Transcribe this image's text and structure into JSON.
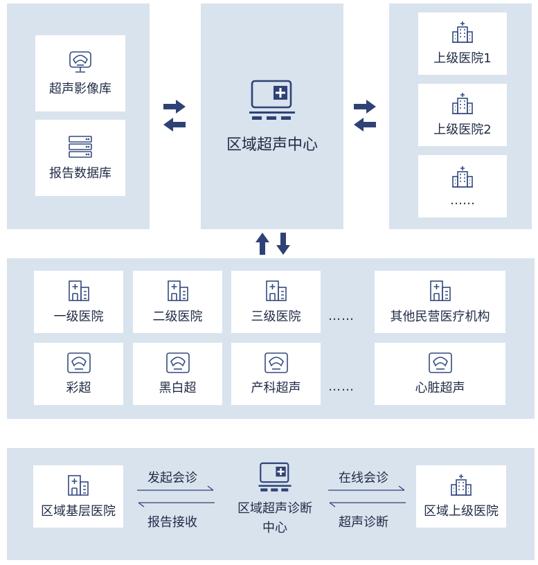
{
  "top": {
    "left": {
      "items": [
        {
          "label": "超声影像库",
          "icon": "ultrasound-monitor-icon"
        },
        {
          "label": "报告数据库",
          "icon": "server-icon"
        }
      ]
    },
    "center": {
      "label": "区域超声中心",
      "icon": "medical-monitor-icon"
    },
    "right": {
      "items": [
        {
          "label": "上级医院1",
          "icon": "hospital-icon"
        },
        {
          "label": "上级医院2",
          "icon": "hospital-icon"
        },
        {
          "label": "……",
          "icon": "hospital-icon"
        }
      ]
    }
  },
  "middle": {
    "hospitals": [
      {
        "label": "一级医院",
        "icon": "clinic-icon"
      },
      {
        "label": "二级医院",
        "icon": "clinic-icon"
      },
      {
        "label": "三级医院",
        "icon": "clinic-icon"
      },
      {
        "label": "其他民营医疗机构",
        "icon": "clinic-icon"
      }
    ],
    "hospitals_ellipsis": "……",
    "modalities": [
      {
        "label": "彩超",
        "icon": "ultrasound-probe-icon"
      },
      {
        "label": "黑白超",
        "icon": "ultrasound-probe-icon"
      },
      {
        "label": "产科超声",
        "icon": "ultrasound-probe-icon"
      },
      {
        "label": "心脏超声",
        "icon": "ultrasound-probe-icon"
      }
    ],
    "modalities_ellipsis": "……"
  },
  "bottom": {
    "left": {
      "label": "区域基层医院",
      "icon": "clinic-icon"
    },
    "center": {
      "label_line1": "区域超声诊断",
      "label_line2": "中心",
      "icon": "medical-monitor-icon"
    },
    "right": {
      "label": "区域上级医院",
      "icon": "hospital-icon"
    },
    "left_arrows": {
      "top": "发起会诊",
      "bottom": "报告接收"
    },
    "right_arrows": {
      "top": "在线会诊",
      "bottom": "超声诊断"
    }
  },
  "colors": {
    "panel": "#d9e3ee",
    "card": "#ffffff",
    "accent": "#2f4275"
  }
}
